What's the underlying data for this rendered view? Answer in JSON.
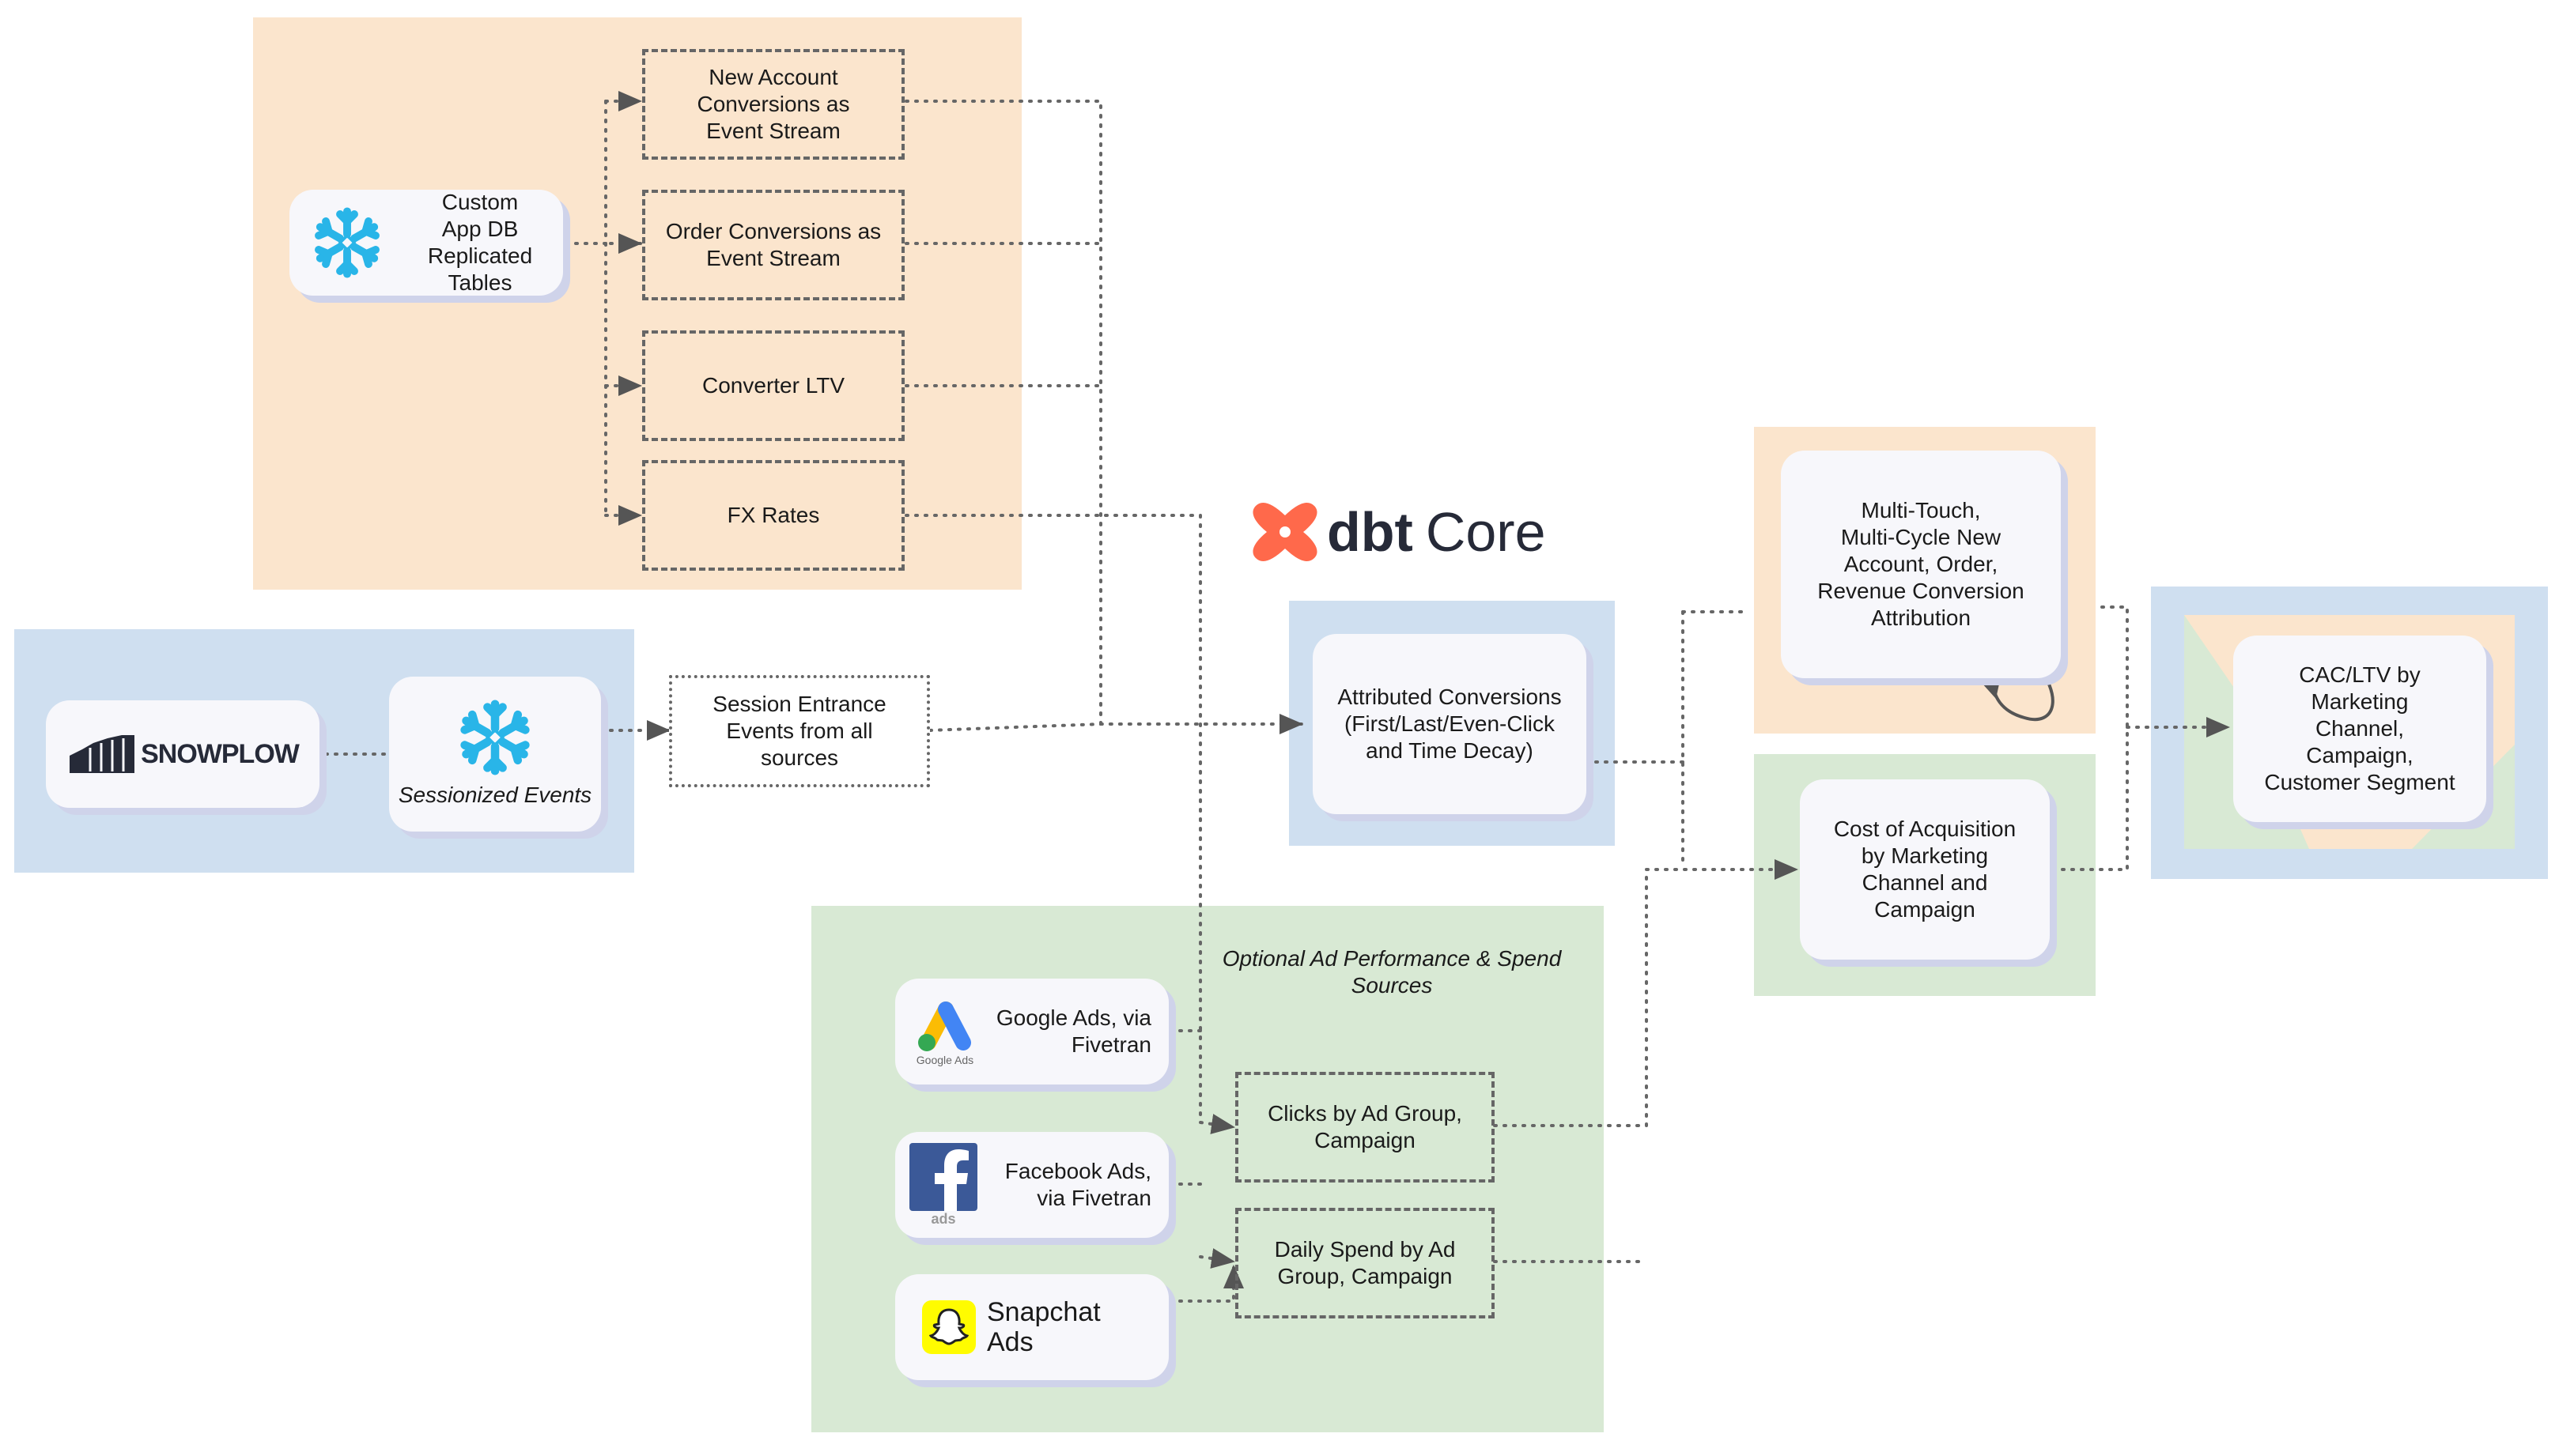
{
  "logos": {
    "dbt_word": "dbt",
    "dbt_core": "Core",
    "snowplow": "SNOWPLOW",
    "google_ads_caption": "Google Ads",
    "facebook_ads_caption": "ads"
  },
  "nodes": {
    "custom_app_db": "Custom\nApp DB\nReplicated Tables",
    "new_account": "New Account\nConversions as\nEvent Stream",
    "order_conversions": "Order Conversions as\nEvent Stream",
    "converter_ltv": "Converter LTV",
    "fx_rates": "FX Rates",
    "sessionized_events": "Sessionized Events",
    "session_entrance": "Session Entrance\nEvents from all\nsources",
    "attributed_conversions": "Attributed Conversions\n(First/Last/Even-Click\nand Time Decay)",
    "multi_touch": "Multi-Touch,\nMulti-Cycle New\nAccount, Order,\nRevenue Conversion\nAttribution",
    "cost_acquisition": "Cost of Acquisition\nby Marketing\nChannel and\nCampaign",
    "cac_ltv": "CAC/LTV by\nMarketing\nChannel,\nCampaign,\nCustomer Segment",
    "optional_title": "Optional Ad Performance & Spend\nSources",
    "google_ads": "Google Ads, via\nFivetran",
    "facebook_ads": "Facebook Ads,\nvia Fivetran",
    "snapchat_ads": "Snapchat\nAds",
    "clicks": "Clicks by Ad Group,\nCampaign",
    "daily_spend": "Daily Spend by Ad\nGroup, Campaign"
  },
  "colors": {
    "orange_region": "#fbe5cd",
    "blue_region": "#cfdff0",
    "green_region": "#d8e9d4",
    "snowflake": "#29b5e8",
    "dbt": "#ff694b",
    "dark": "#262a38"
  },
  "icons": [
    "snowflake-icon",
    "snowplow-logo",
    "dbt-logo",
    "google-ads-icon",
    "facebook-icon",
    "snapchat-icon"
  ]
}
